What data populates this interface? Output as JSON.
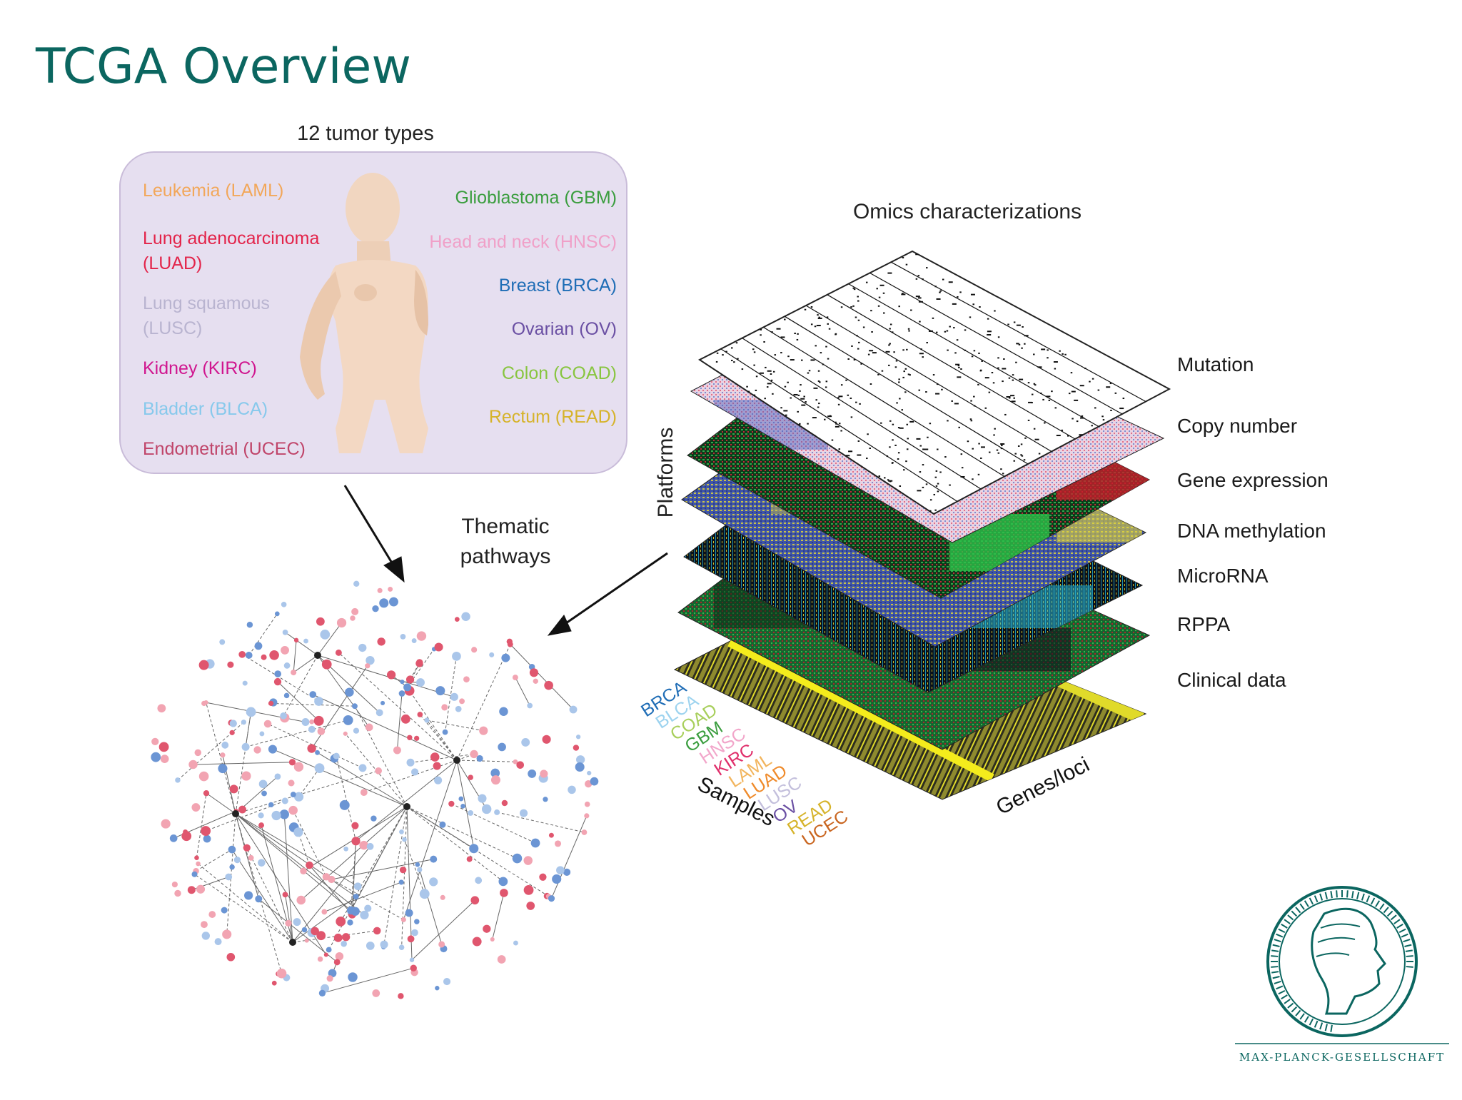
{
  "slide": {
    "title": "TCGA Overview",
    "title_color": "#0b6660",
    "background": "#ffffff"
  },
  "tumor_panel": {
    "heading": "12 tumor types",
    "fill": "#e6dff0",
    "left_types": [
      {
        "label": "Leukemia (LAML)",
        "color": "#f2a75a"
      },
      {
        "label": "Lung adenocarcinoma",
        "label2": "(LUAD)",
        "color": "#e3244a"
      },
      {
        "label": "Lung squamous",
        "label2": "(LUSC)",
        "color": "#b9b4d0"
      },
      {
        "label": "Kidney (KIRC)",
        "color": "#d0168f"
      },
      {
        "label": "Bladder (BLCA)",
        "color": "#87c9ec"
      },
      {
        "label": "Endometrial (UCEC)",
        "color": "#c0456a"
      }
    ],
    "right_types": [
      {
        "label": "Glioblastoma (GBM)",
        "color": "#3a9d3e"
      },
      {
        "label": "Head and neck (HNSC)",
        "color": "#f0a0c8"
      },
      {
        "label": "Breast (BRCA)",
        "color": "#1f6db6"
      },
      {
        "label": "Ovarian (OV)",
        "color": "#6a4fa3"
      },
      {
        "label": "Colon (COAD)",
        "color": "#88c540"
      },
      {
        "label": "Rectum (READ)",
        "color": "#d6b32a"
      }
    ]
  },
  "omics": {
    "heading": "Omics characterizations",
    "platforms_label": "Platforms",
    "layers": [
      {
        "label": "Mutation",
        "color": "#ffffff"
      },
      {
        "label": "Copy number",
        "color": "#c9a8d6"
      },
      {
        "label": "Gene expression",
        "color": "#1e5a2c"
      },
      {
        "label": "DNA methylation",
        "color": "#5d6fb5"
      },
      {
        "label": "MicroRNA",
        "color": "#111a24"
      },
      {
        "label": "RPPA",
        "color": "#1c6f35"
      },
      {
        "label": "Clinical data",
        "color": "#454530"
      }
    ],
    "samples_label": "Samples",
    "genes_label": "Genes/loci",
    "sample_codes": [
      {
        "code": "BRCA",
        "color": "#1f6db6"
      },
      {
        "code": "BLCA",
        "color": "#9dd3ef"
      },
      {
        "code": "COAD",
        "color": "#a8cf5c"
      },
      {
        "code": "GBM",
        "color": "#3a9d3e"
      },
      {
        "code": "HNSC",
        "color": "#f2a6ca"
      },
      {
        "code": "KIRC",
        "color": "#e02f6b"
      },
      {
        "code": "LAML",
        "color": "#f2b55e"
      },
      {
        "code": "LUAD",
        "color": "#ef8a2a"
      },
      {
        "code": "LUSC",
        "color": "#c3bfdc"
      },
      {
        "code": "OV",
        "color": "#6a4fa3"
      },
      {
        "code": "READ",
        "color": "#d6b32a"
      },
      {
        "code": "UCEC",
        "color": "#c9651f"
      }
    ]
  },
  "network": {
    "label_line1": "Thematic",
    "label_line2": "pathways",
    "node_colors": [
      "#6b95d4",
      "#aac6ea",
      "#e0566e",
      "#f2a4b2"
    ]
  },
  "logo": {
    "name": "MAX-PLANCK-GESELLSCHAFT",
    "color": "#0b6660"
  }
}
